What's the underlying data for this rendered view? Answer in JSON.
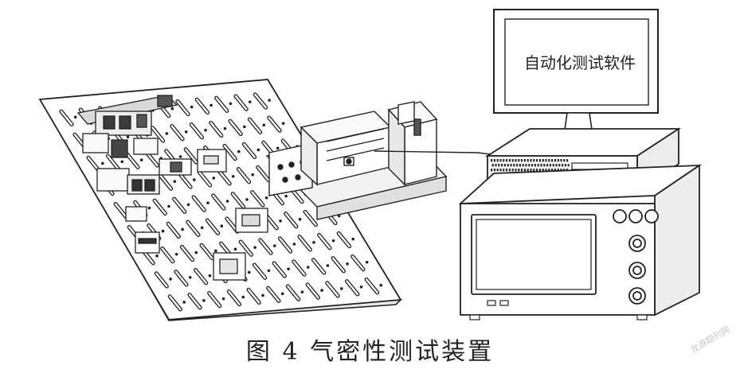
{
  "screen_label": "自动化测试软件",
  "caption": "图 4 气密性测试装置",
  "watermark": "龙源期刊网",
  "colors": {
    "line": "#222222",
    "fill": "#ffffff",
    "dark": "#2a2a2a"
  },
  "icons": [
    "fixture-plate",
    "fixture-clamp",
    "cylinder-block",
    "monitor",
    "computer-host",
    "test-instrument"
  ]
}
